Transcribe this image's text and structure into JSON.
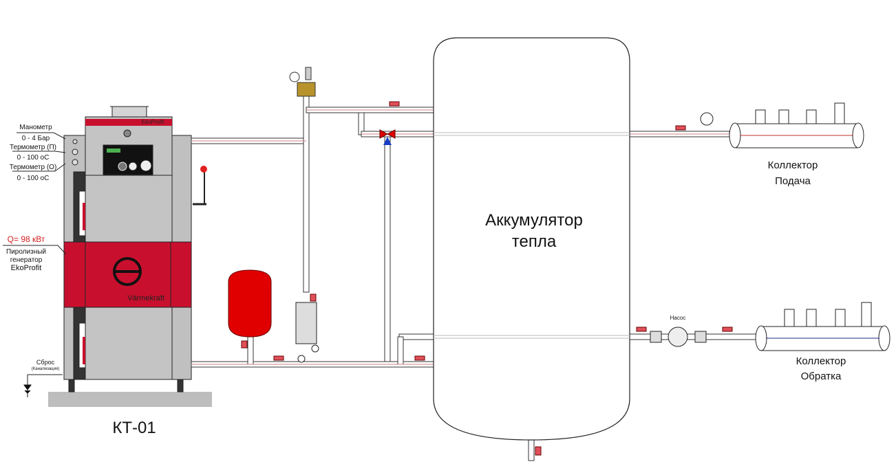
{
  "labels": {
    "manometer": "Манометр",
    "manometer_range": "0 - 4 Бар",
    "thermo_supply": "Термометр (П)",
    "thermo_supply_range": "0 - 100 оС",
    "thermo_return": "Термометр (О)",
    "thermo_return_range": "0 - 100 оС",
    "power": "Q= 98 кВт",
    "generator_line1": "Пиролизный",
    "generator_line2": "генератор",
    "generator_line3": "EkoProfit",
    "drain": "Сброс",
    "drain_sub": "(Канализация)",
    "boiler_model": "КТ-01",
    "boiler_brand": "Värmekraft",
    "boiler_panel_brand": "EkoProfit",
    "tank_line1": "Аккумулятор",
    "tank_line2": "тепла",
    "supply_collector_line1": "Коллектор",
    "supply_collector_line2": "Подача",
    "return_collector_line1": "Коллектор",
    "return_collector_line2": "Обратка",
    "pump": "Насос"
  },
  "colors": {
    "boiler_red": "#c8102e",
    "boiler_gray": "#c0c0c0",
    "valve_red": "#e0505a",
    "mixing_blue": "#1a3cc8",
    "power_text": "#d42020"
  }
}
